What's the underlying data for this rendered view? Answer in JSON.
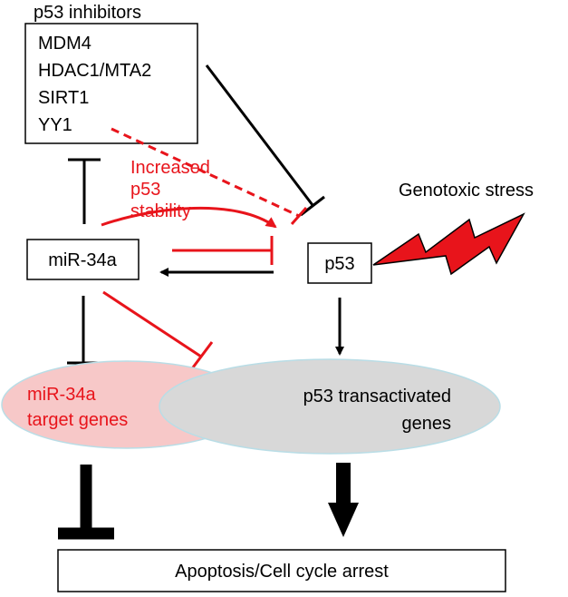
{
  "inhibitors": {
    "title": "p53 inhibitors",
    "items": [
      "MDM4",
      "HDAC1/MTA2",
      "SIRT1",
      "YY1"
    ]
  },
  "stability_note": [
    "Increased",
    "p53",
    "stability"
  ],
  "stress_label": "Genotoxic stress",
  "mir34a_label": "miR-34a",
  "p53_label": "p53",
  "mir_targets": [
    "miR-34a",
    "target genes"
  ],
  "p53_targets": [
    "p53 transactivated",
    "genes"
  ],
  "outcome_label": "Apoptosis/Cell cycle arrest",
  "colors": {
    "black": "#000000",
    "red": "#e8141b",
    "pink_ellipse": "#f7c8c8",
    "gray_ellipse": "#d8d8d8",
    "ellipse_outline": "#b9dde6",
    "red_text": "#e8141b"
  }
}
